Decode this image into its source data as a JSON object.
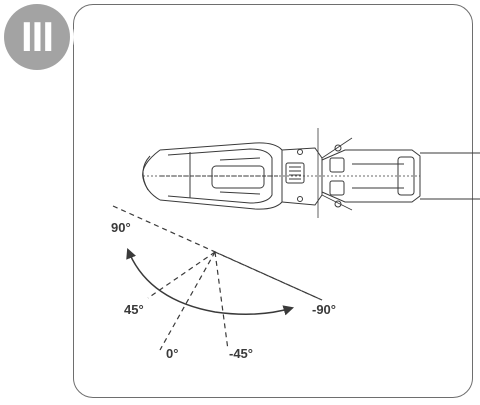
{
  "step": {
    "numeral": "III"
  },
  "angles": [
    {
      "label": "90°"
    },
    {
      "label": "45°"
    },
    {
      "label": "0°"
    },
    {
      "label": "-45°"
    },
    {
      "label": "-90°"
    }
  ],
  "colors": {
    "frame": "#6e6e6e",
    "badge": "#a3a3a3",
    "line": "#3a3a3a"
  }
}
